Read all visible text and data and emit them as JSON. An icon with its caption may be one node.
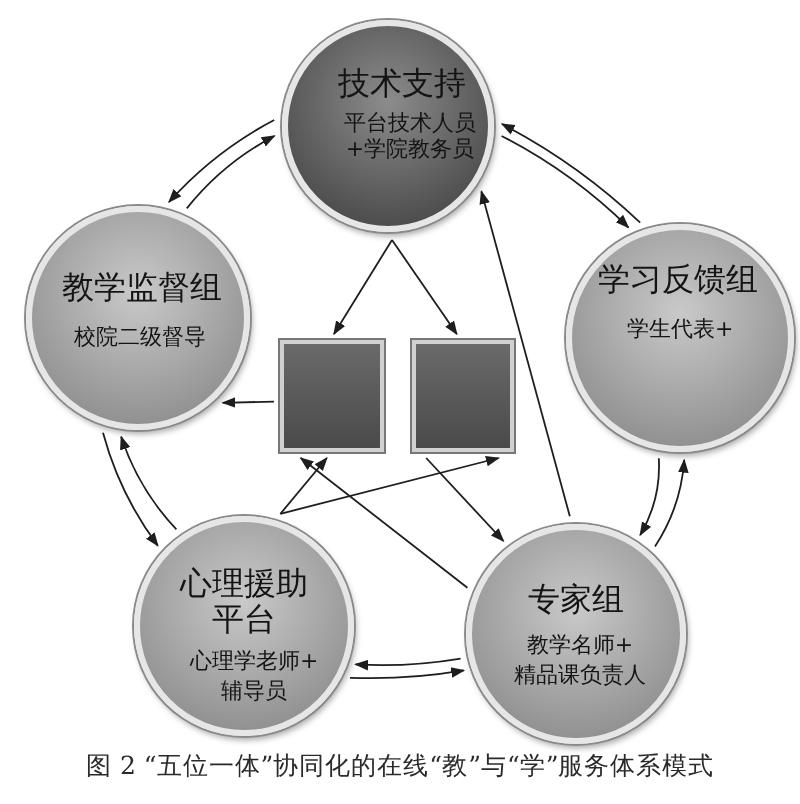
{
  "diagram": {
    "caption": "图 2 “五位一体”协同化的在线“教”与“学”服务体系模式",
    "nodes": [
      {
        "text": [
          "技术支持",
          "平台技术人员+学院教务员"
        ]
      },
      {
        "text": [
          "教学监督组",
          "校院二级督导"
        ]
      },
      {
        "text": [
          "学习反馈组",
          "学生代表+"
        ]
      },
      {
        "text": [
          "心理援助平台",
          "心理学老师+辅导员"
        ]
      },
      {
        "text": [
          "专家组",
          "教学名师+精品课负责人"
        ]
      },
      {
        "text": [],
        "shape": "box"
      },
      {
        "text": [],
        "shape": "box"
      }
    ],
    "edges": [
      {
        "from": 0,
        "to": 1,
        "arrow": "to"
      },
      {
        "from": 1,
        "to": 0,
        "arrow": "to"
      },
      {
        "from": 2,
        "to": 0,
        "arrow": "to"
      },
      {
        "from": 0,
        "to": 2,
        "arrow": "to"
      },
      {
        "from": 1,
        "to": 3,
        "arrow": "to"
      },
      {
        "from": 3,
        "to": 1,
        "arrow": "to"
      },
      {
        "from": 2,
        "to": 4,
        "arrow": "to"
      },
      {
        "from": 4,
        "to": 2,
        "arrow": "to"
      },
      {
        "from": 4,
        "to": 3,
        "arrow": "to"
      },
      {
        "from": 3,
        "to": 4,
        "arrow": "to"
      },
      {
        "from": 0,
        "to": 5,
        "arrow": "to"
      },
      {
        "from": 0,
        "to": 6,
        "arrow": "to"
      },
      {
        "from": 4,
        "to": 0,
        "arrow": "to"
      },
      {
        "from": 3,
        "to": 5,
        "arrow": "to"
      },
      {
        "from": 3,
        "to": 6,
        "arrow": "to"
      },
      {
        "from": 4,
        "to": 5,
        "arrow": "to"
      },
      {
        "from": 6,
        "to": 4,
        "arrow": "to"
      },
      {
        "from": 5,
        "to": 1,
        "arrow": "to"
      }
    ]
  }
}
